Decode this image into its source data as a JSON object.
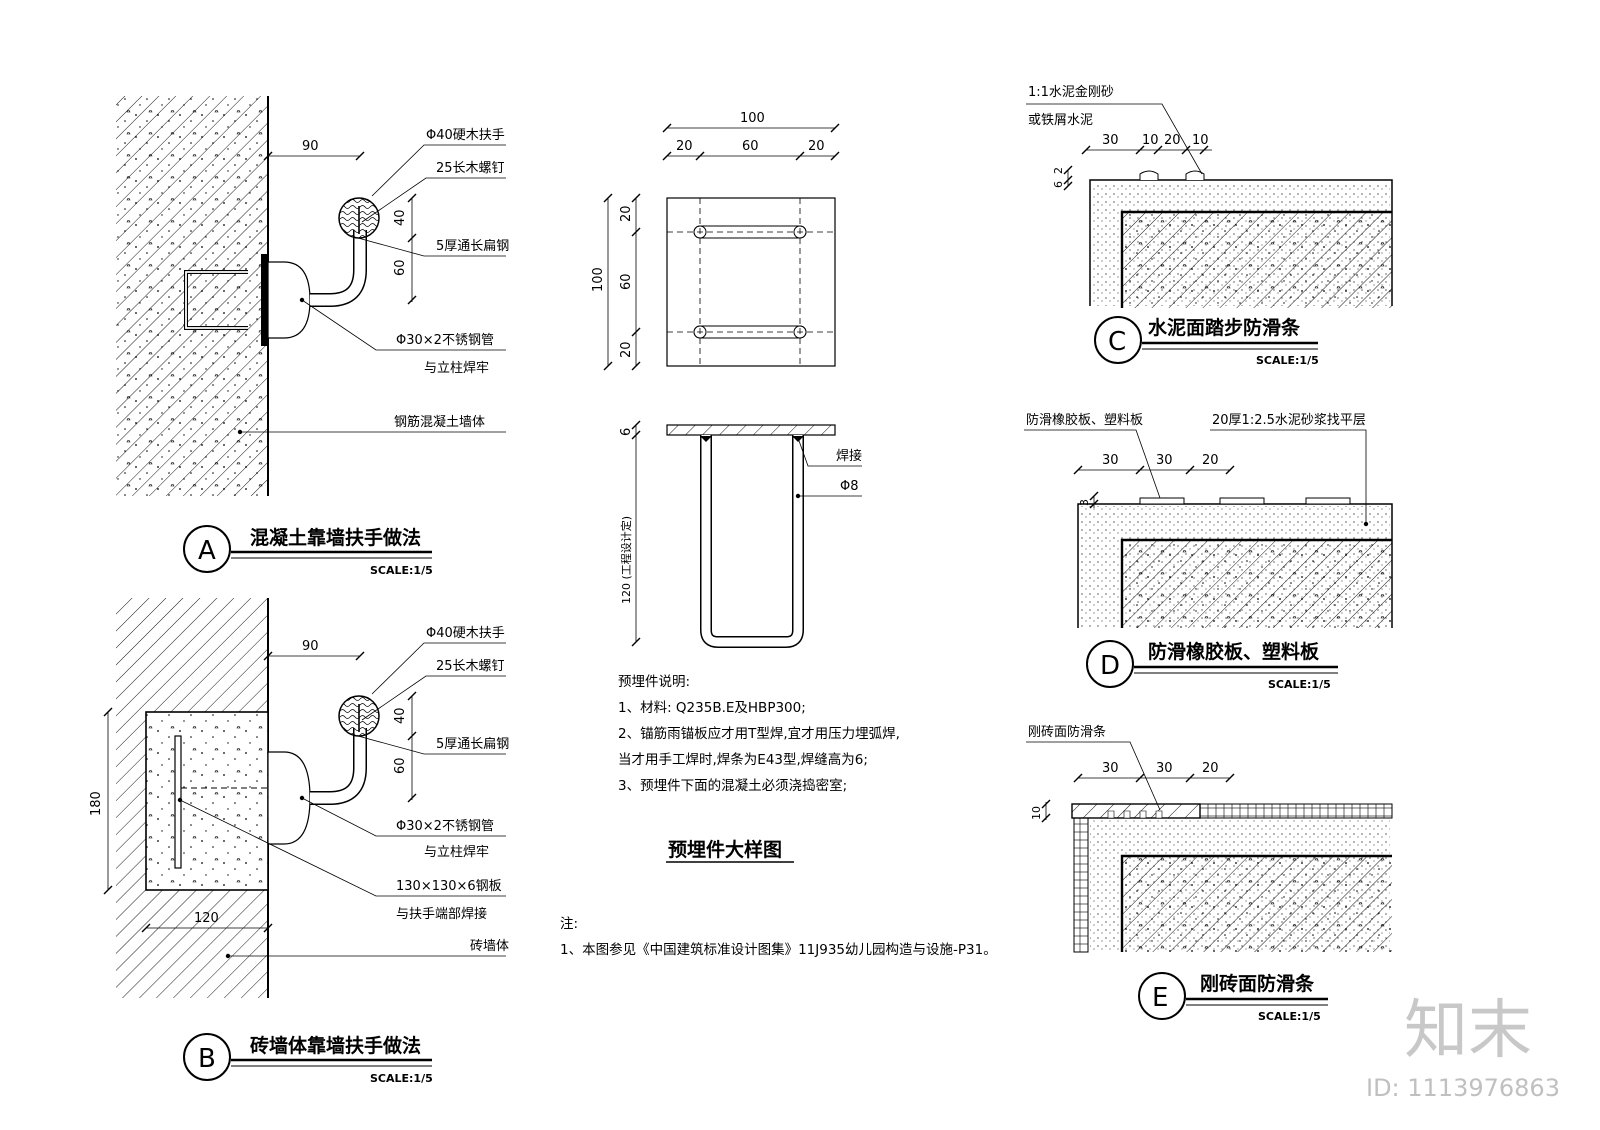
{
  "detail_a": {
    "dim_90": "90",
    "dim_40": "40",
    "dim_60": "60",
    "label_handrail": "Φ40硬木扶手",
    "label_screw": "25长木螺钉",
    "label_flat_steel": "5厚通长扁钢",
    "label_pipe": "Φ30×2不锈钢管",
    "label_weld": "与立柱焊牢",
    "label_wall": "钢筋混凝土墙体",
    "marker": "A",
    "title": "混凝土靠墙扶手做法",
    "scale": "SCALE:1/5"
  },
  "detail_b": {
    "dim_90": "90",
    "dim_40": "40",
    "dim_60": "60",
    "dim_180": "180",
    "dim_120": "120",
    "label_handrail": "Φ40硬木扶手",
    "label_screw": "25长木螺钉",
    "label_flat_steel": "5厚通长扁钢",
    "label_pipe": "Φ30×2不锈钢管",
    "label_weld": "与立柱焊牢",
    "label_plate": "130×130×6钢板",
    "label_plate_weld": "与扶手端部焊接",
    "label_wall": "砖墙体",
    "marker": "B",
    "title": "砖墙体靠墙扶手做法",
    "scale": "SCALE:1/5"
  },
  "embedded": {
    "dim_100_top": "100",
    "dim_20_l": "20",
    "dim_60_mid": "60",
    "dim_20_r": "20",
    "dim_100_side": "100",
    "dim_20_t": "20",
    "dim_60_v": "60",
    "dim_20_b": "20",
    "dim_6": "6",
    "dim_120": "120 (工程设计定)",
    "label_weld": "焊接",
    "label_bar": "Φ8",
    "notes_title": "预埋件说明:",
    "note_1": "1、材料: Q235B.E及HBP300;",
    "note_2": "2、锚筋雨锚板应才用T型焊,宜才用压力埋弧焊,",
    "note_3": "当才用手工焊时,焊条为E43型,焊缝高为6;",
    "note_4": "3、预埋件下面的混凝土必须浇捣密室;",
    "title": "预埋件大样图"
  },
  "general_note": {
    "label": "注:",
    "text": "1、本图参见《中国建筑标准设计图集》11J935幼儿园构造与设施-P31。"
  },
  "detail_c": {
    "label_1": "1:1水泥金刚砂",
    "label_2": "或铁屑水泥",
    "dim_30": "30",
    "dim_10a": "10",
    "dim_20": "20",
    "dim_10b": "10",
    "dim_6": "6",
    "dim_2": "2",
    "marker": "C",
    "title": "水泥面踏步防滑条",
    "scale": "SCALE:1/5"
  },
  "detail_d": {
    "label_strip": "防滑橡胶板、塑料板",
    "label_mortar": "20厚1:2.5水泥砂浆找平层",
    "dim_30a": "30",
    "dim_30b": "30",
    "dim_20": "20",
    "dim_3": "3",
    "marker": "D",
    "title": "防滑橡胶板、塑料板",
    "scale": "SCALE:1/5"
  },
  "detail_e": {
    "label_strip": "刚砖面防滑条",
    "dim_30a": "30",
    "dim_30b": "30",
    "dim_20": "20",
    "dim_10": "10",
    "marker": "E",
    "title": "刚砖面防滑条",
    "scale": "SCALE:1/5"
  },
  "watermark": {
    "logo": "知末",
    "id": "ID: 1113976863"
  }
}
